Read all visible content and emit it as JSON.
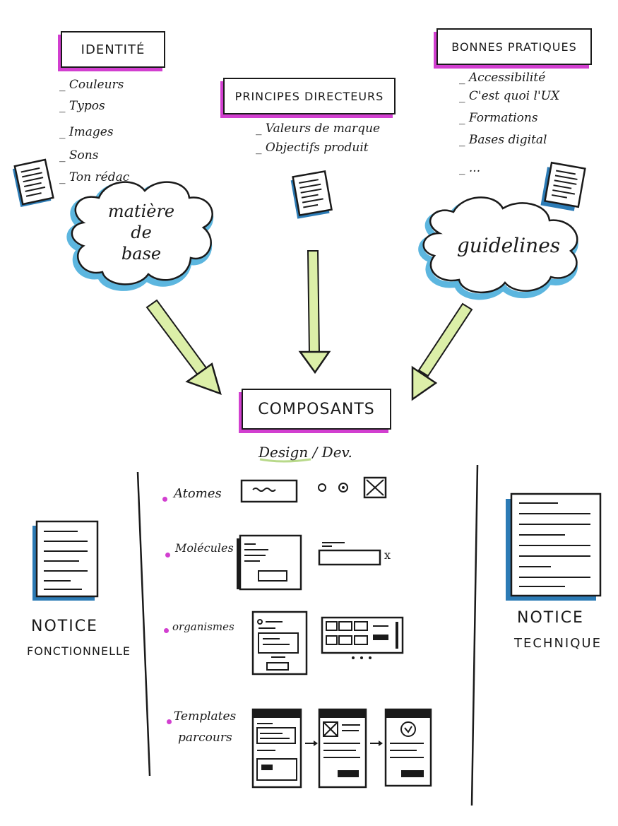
{
  "identite": {
    "title": "Identité",
    "items": [
      "Couleurs",
      "Typos",
      "Images",
      "Sons",
      "Ton rédac"
    ],
    "cloud_lines": [
      "matière",
      "de",
      "base"
    ]
  },
  "principes": {
    "title": "Principes directeurs",
    "items": [
      "Valeurs de marque",
      "Objectifs produit"
    ]
  },
  "pratiques": {
    "title": "Bonnes pratiques",
    "items": [
      "Accessibilité",
      "C'est quoi l'UX",
      "Formations",
      "Bases digital",
      "..."
    ],
    "cloud_label": "guidelines"
  },
  "composants": {
    "title": "Composants",
    "subtitle": "Design / Dev.",
    "levels": [
      "Atomes",
      "Molécules",
      "organismes",
      "Templates",
      "parcours"
    ],
    "molecule_close": "x"
  },
  "notice_fonctionnelle": {
    "line1": "Notice",
    "line2": "fonctionnelle"
  },
  "notice_technique": {
    "line1": "Notice",
    "line2": "technique"
  },
  "colors": {
    "accent": "#d23fd0",
    "cloud": "#3fa9d9",
    "arrow": "#dcefa8",
    "ink": "#1a1a1a",
    "doc_shadow": "#2c7bb5"
  }
}
